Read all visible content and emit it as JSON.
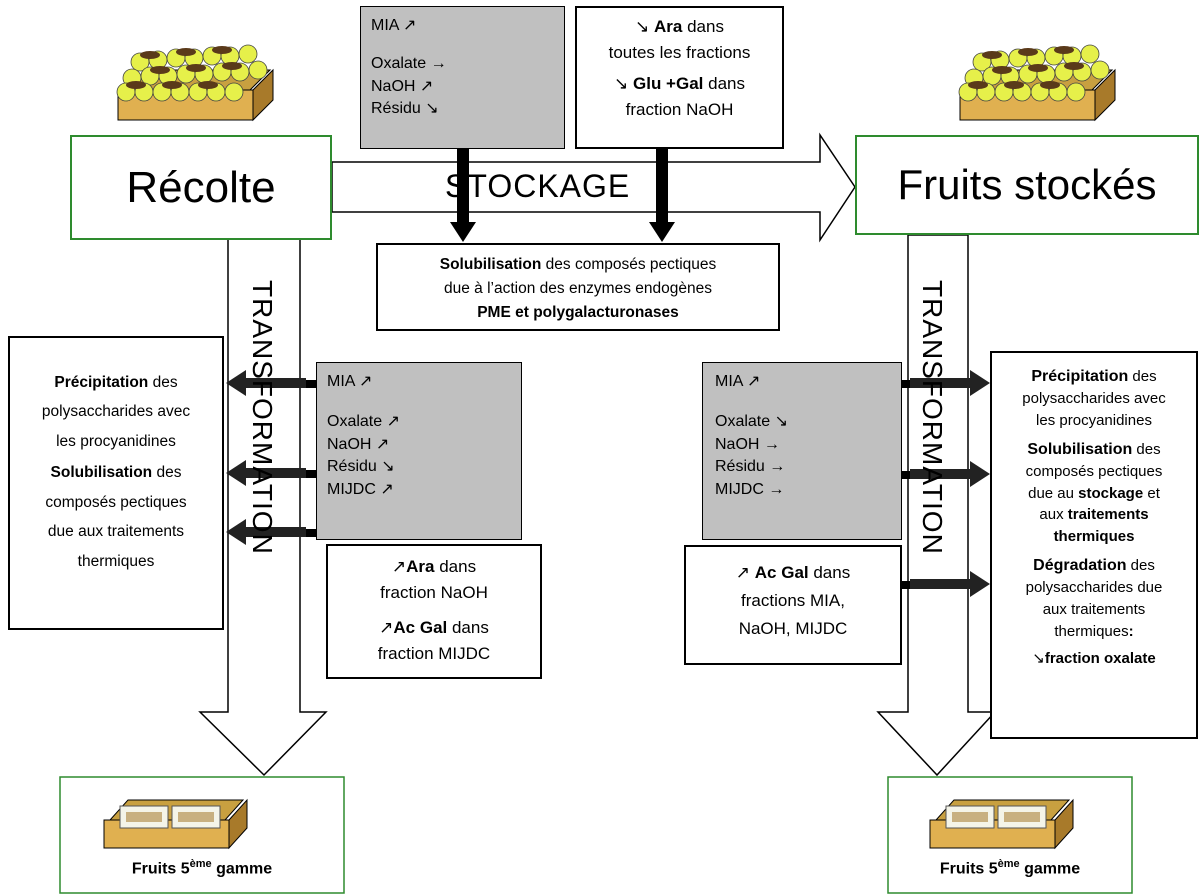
{
  "harvest_label": "Récolte",
  "stored_label": "Fruits stockés",
  "storage_label": "STOCKAGE",
  "transform_label": "TRANSFORMATION",
  "storage_effects_grey": [
    "MIA ↗",
    "Oxalate →",
    "NaOH ↗",
    "Résidu ↘"
  ],
  "storage_effects_white": {
    "line1_arrow": "↘",
    "line1_bold": "Ara",
    "line1_rest": " dans",
    "line2": "toutes les fractions",
    "line3_arrow": "↘",
    "line3_bold": "Glu +Gal",
    "line3_rest": " dans",
    "line4": "fraction NaOH"
  },
  "solubilisation_box": {
    "bold1": "Solubilisation",
    "rest1": " des composés pectiques",
    "line2": "due à l’action des enzymes endogènes",
    "bold3": "PME et polygalacturonases"
  },
  "left_effects_box": {
    "bold1": "Précipitation",
    "rest1": " des",
    "line2": "polysaccharides avec",
    "line3": "les procyanidines",
    "bold4": "Solubilisation",
    "rest4": " des",
    "line5": "composés pectiques",
    "line6": "due aux traitements",
    "line7": "thermiques"
  },
  "left_grey": [
    "MIA ↗",
    "Oxalate ↗",
    "NaOH ↗",
    "Résidu ↘",
    "MIJDC ↗"
  ],
  "left_white": {
    "l1_arrow": "↗",
    "l1_bold": "Ara",
    "l1_rest": " dans",
    "l2": "fraction NaOH",
    "l3_arrow": "↗",
    "l3_bold": "Ac Gal",
    "l3_rest": " dans",
    "l4": "fraction MIJDC"
  },
  "right_grey": [
    "MIA ↗",
    "Oxalate ↘",
    "NaOH →",
    "Résidu →",
    "MIJDC →"
  ],
  "right_white": {
    "l1_arrow": "↗",
    "l1_bold": "Ac Gal",
    "l1_rest": " dans",
    "l2": "fractions MIA,",
    "l3": "NaOH, MIJDC"
  },
  "right_effects_box": {
    "bold1": "Précipitation",
    "rest1": " des",
    "line2": "polysaccharides avec",
    "line3": "les procyanidines",
    "bold4": "Solubilisation",
    "rest4": " des",
    "line5": "composés pectiques",
    "line6a": "due au ",
    "bold6": "stockage",
    "rest6": " et",
    "line7a": "aux ",
    "bold7": "traitements",
    "bold8": "thermiques",
    "bold9": "Dégradation",
    "rest9": " des",
    "line10": "polysaccharides due",
    "line11": "aux traitements",
    "line12a": "thermiques",
    "bold12": ":",
    "l13_arrow": "↘",
    "bold13": "fraction oxalate"
  },
  "bottom_left": {
    "text": "Fruits 5",
    "sup": "ème",
    "rest": " gamme"
  },
  "bottom_right": {
    "text": "Fruits 5",
    "sup": "ème",
    "rest": " gamme"
  }
}
